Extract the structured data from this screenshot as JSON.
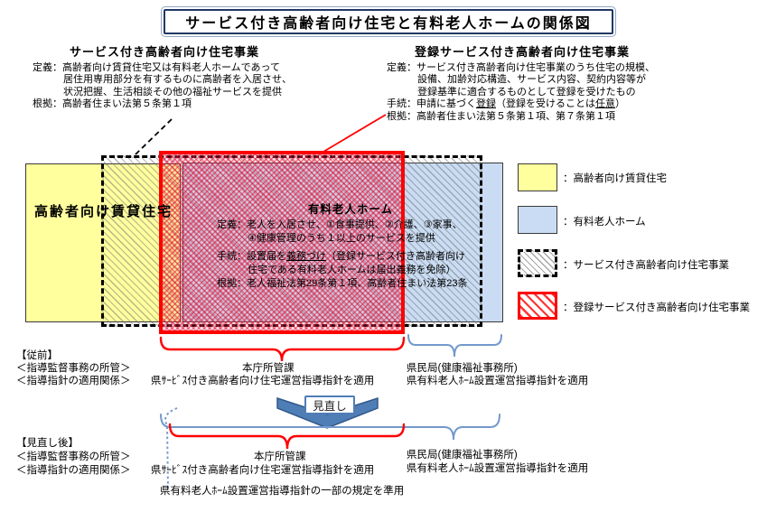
{
  "page_title": "サービス付き高齢者向け住宅と有料老人ホームの関係図",
  "left_info": {
    "heading": "サービス付き高齢者向け住宅事業",
    "line1": "定義：高齢者向け賃貸住宅又は有料老人ホームであって",
    "line2": "居住用専用部分を有するものに高齢者を入居させ、",
    "line3": "状況把握、生活相談その他の福祉サービスを提供",
    "line4": "根拠：高齢者住まい法第５条第１項"
  },
  "right_info": {
    "heading": "登録サービス付き高齢者向け住宅事業",
    "line1": "定義：サービス付き高齢者向け住宅事業のうち住宅の規模、",
    "line2": "設備、加齢対応構造、サービス内容、契約内容等が",
    "line3": "登録基準に適合するものとして登録を受けたもの",
    "proc_p1": "手続：申請に基づく",
    "proc_u1": "登録",
    "proc_p2": "（登録を受けることは",
    "proc_u2": "任意",
    "proc_p3": "）",
    "line5": "根拠：高齢者住まい法第５条第１項、第７条第１項"
  },
  "diagram": {
    "rental_label": "高齢者向け賃貸住宅",
    "home_box": {
      "heading": "有料老人ホーム",
      "line1": "定義：老人を入居させ、①食事提供、②介護、③家事、",
      "line2": "④健康管理のうち１以上のサービスを提供",
      "proc_p1": "手続：設置届を",
      "proc_u1": "義務づけ",
      "proc_p2": "（登録サービス付き高齢者向け",
      "line4": "住宅である有料老人ホームは届出義務を免除）",
      "line5": "根拠：老人福祉法第29条第１項、高齢者住まい法第23条"
    }
  },
  "legend": {
    "items": [
      {
        "label": "：高齢者向け賃貸住宅"
      },
      {
        "label": "：有料老人ホーム"
      },
      {
        "label": "：サービス付き高齢者向け住宅事業"
      },
      {
        "label": "：登録サービス付き高齢者向け住宅事業"
      }
    ]
  },
  "before_section": {
    "tag": "【従前】",
    "row1_label": "＜指導監督事務の所管＞",
    "row2_label": "＜指導指針の適用関係＞",
    "left_office": "本庁所管課",
    "left_guideline": "県ｻｰﾋﾞｽ付き高齢者向け住宅運営指導指針を適用",
    "right_office": "県民局(健康福祉事務所)",
    "right_guideline": "県有料老人ﾎｰﾑ設置運営指導指針を適用"
  },
  "arrow_label": "見直し",
  "after_section": {
    "tag": "【見直し後】",
    "row1_label": "＜指導監督事務の所管＞",
    "row2_label": "＜指導指針の適用関係＞",
    "left_office": "本庁所管課",
    "left_guideline": "県ｻｰﾋﾞｽ付き高齢者向け住宅運営指導指針を適用",
    "right_office": "県民局(健康福祉事務所)",
    "right_guideline": "県有料老人ﾎｰﾑ設置運営指導指針を適用",
    "note": "県有料老人ﾎｰﾑ設置運営指導指針の一部の規定を準用"
  },
  "colors": {
    "rental_fill": "#FFFF9E",
    "home_fill": "#C9DCF3",
    "registered_border": "#FF0000",
    "service_hatch": "#6E6E6E",
    "brace_blue": "#7399CC",
    "brace_red": "#FF0000",
    "arrow_fill": "#4F7DB5",
    "title_border": "#1F3864"
  }
}
